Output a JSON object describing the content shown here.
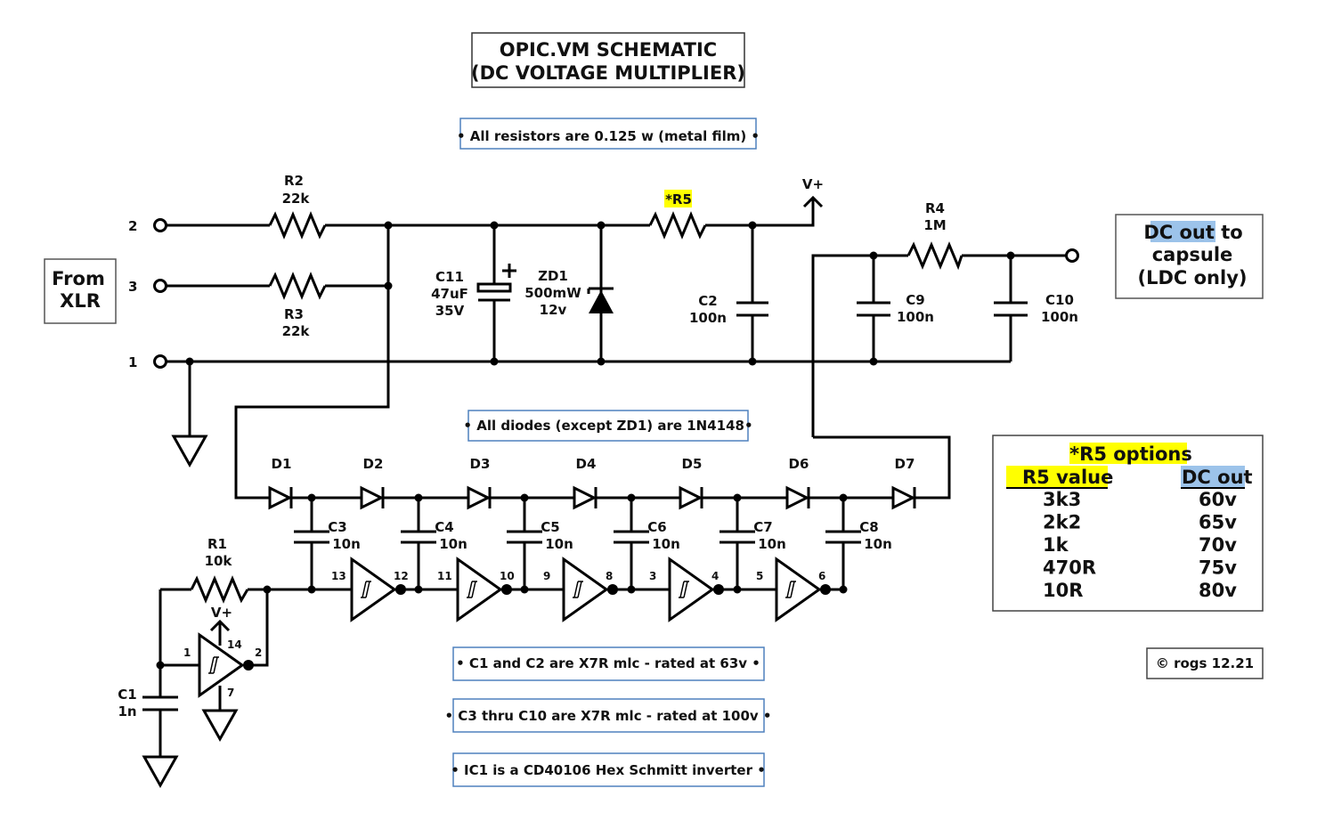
{
  "title": {
    "line1": "OPIC.VM SCHEMATIC",
    "line2": "(DC VOLTAGE MULTIPLIER)"
  },
  "notes": {
    "resistors": "• All resistors are 0.125 w (metal film) •",
    "diodes": "• All diodes (except ZD1) are 1N4148•",
    "c1c2": "• C1 and C2 are X7R mlc - rated at 63v •",
    "c3c10": "• C3 thru C10 are X7R mlc - rated at 100v •",
    "ic1": "• IC1 is a CD40106 Hex Schmitt inverter •"
  },
  "input_box": {
    "line1": "From",
    "line2": "XLR"
  },
  "output_box": {
    "line1_highlight": "DC out",
    "line1_rest": " to",
    "line2": "capsule",
    "line3": "(LDC only)"
  },
  "xlr_pins": [
    "2",
    "3",
    "1"
  ],
  "components": {
    "R1": {
      "name": "R1",
      "value": "10k"
    },
    "R2": {
      "name": "R2",
      "value": "22k"
    },
    "R3": {
      "name": "R3",
      "value": "22k"
    },
    "R4": {
      "name": "R4",
      "value": "1M"
    },
    "R5": {
      "name": "*R5"
    },
    "C1": {
      "name": "C1",
      "value": "1n"
    },
    "C2": {
      "name": "C2",
      "value": "100n"
    },
    "C9": {
      "name": "C9",
      "value": "100n"
    },
    "C10": {
      "name": "C10",
      "value": "100n"
    },
    "C11": {
      "name": "C11",
      "value": "47uF",
      "rating": "35V"
    },
    "ZD1": {
      "name": "ZD1",
      "power": "500mW",
      "voltage": "12v"
    },
    "diodes": [
      "D1",
      "D2",
      "D3",
      "D4",
      "D5",
      "D6",
      "D7"
    ],
    "chain_caps": [
      {
        "name": "C3",
        "value": "10n"
      },
      {
        "name": "C4",
        "value": "10n"
      },
      {
        "name": "C5",
        "value": "10n"
      },
      {
        "name": "C6",
        "value": "10n"
      },
      {
        "name": "C7",
        "value": "10n"
      },
      {
        "name": "C8",
        "value": "10n"
      }
    ]
  },
  "supply_label": "V+",
  "inverter_pins": {
    "osc": {
      "in": "1",
      "out": "2",
      "vdd": "14",
      "gnd": "7"
    },
    "chain": [
      [
        "13",
        "12"
      ],
      [
        "11",
        "10"
      ],
      [
        "9",
        "8"
      ],
      [
        "3",
        "4"
      ],
      [
        "5",
        "6"
      ]
    ]
  },
  "r5_table": {
    "title": "*R5 options",
    "headers": [
      "R5 value",
      "DC out"
    ],
    "rows": [
      [
        "3k3",
        "60v"
      ],
      [
        "2k2",
        "65v"
      ],
      [
        "1k",
        "70v"
      ],
      [
        "470R",
        "75v"
      ],
      [
        "10R",
        "80v"
      ]
    ]
  },
  "copyright": "© rogs 12.21",
  "colors": {
    "highlight_yellow": "#ffff00",
    "highlight_blue": "#9cc3ea",
    "note_border": "#4f81bd"
  }
}
